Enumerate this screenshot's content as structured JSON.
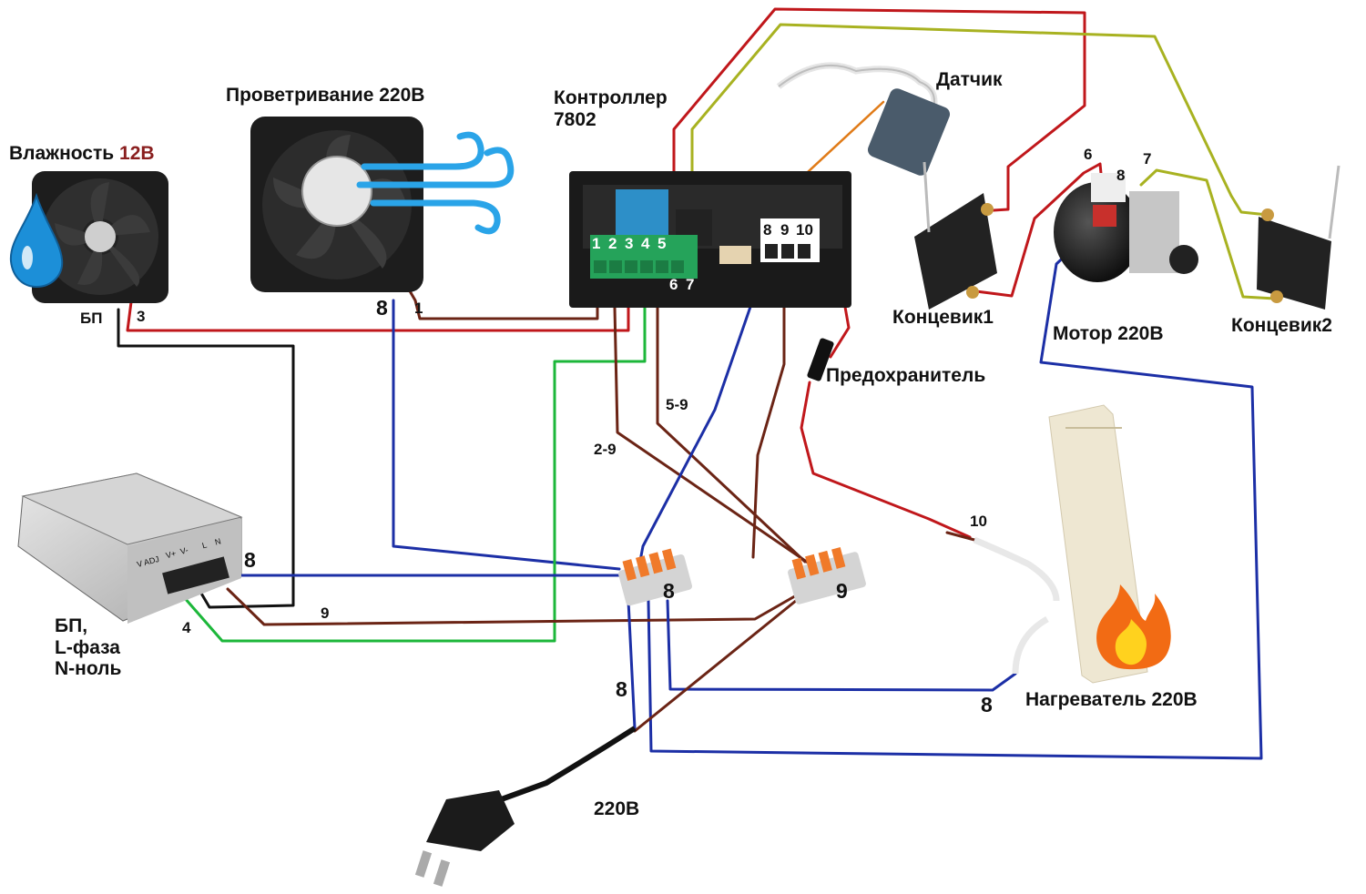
{
  "colors": {
    "red_wire": "#c0171b",
    "brown_wire": "#6b2415",
    "blue_wire": "#1c2fa6",
    "green_wire": "#1cb73a",
    "olive_wire": "#a8b221",
    "black_wire": "#111111",
    "orange_wire": "#e07b18",
    "label_red": "#8a1f1f"
  },
  "icons": [
    "fan-icon",
    "water-drop-icon",
    "wind-icon",
    "flame-icon",
    "plug-icon",
    "fuse-icon",
    "switch-icon"
  ],
  "labels": {
    "humidity_fan": "Влажность",
    "humidity_voltage": "12В",
    "vent_fan": "Проветривание 220В",
    "controller": "Контроллер\n7802",
    "sensor": "Датчик",
    "limit_switch_1": "Концевик1",
    "motor": "Мотор 220В",
    "limit_switch_2": "Концевик2",
    "fuse": "Предохранитель",
    "psu": "БП,\nL-фаза\nN-ноль",
    "heater": "Нагреватель 220В",
    "mains": "220В",
    "psu_short": "БП"
  },
  "terminals": {
    "t1": "1",
    "t2": "2",
    "t3": "3",
    "t4": "4",
    "t5": "5",
    "t6": "6",
    "t7": "7",
    "t8": "8",
    "t9": "9",
    "t10": "10"
  },
  "psu_markings": [
    "V ADJ",
    "V+",
    "V-",
    "L",
    "N"
  ],
  "wire_numbers": {
    "w3": "3",
    "w8_fan": "8",
    "w1": "1",
    "w2_9": "2-9",
    "w5_9": "5-9",
    "w8_psu": "8",
    "w9": "9",
    "w4": "4",
    "w10": "10",
    "w8_heater": "8",
    "w8_mains": "8",
    "w6": "6",
    "w8_motor": "8",
    "w7": "7",
    "conn8": "8",
    "conn9": "9"
  }
}
